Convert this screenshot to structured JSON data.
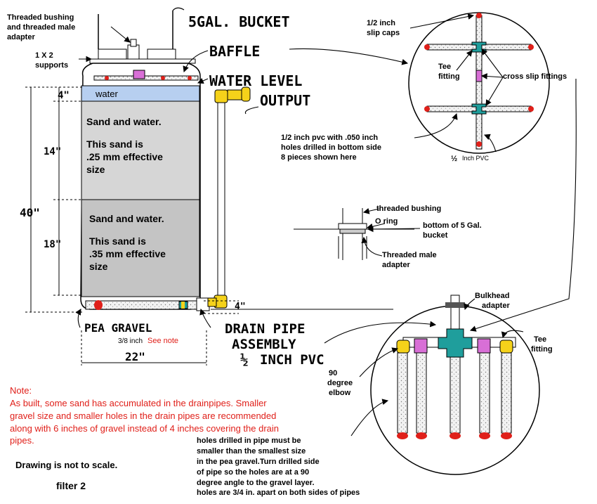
{
  "labels": {
    "threaded_bushing_line1": "Threaded bushing",
    "threaded_bushing_line2": "and threaded male",
    "threaded_bushing_line3": "adapter",
    "supports_line1": "1 X 2",
    "supports_line2": "supports",
    "bucket": "5GAL. BUCKET",
    "baffle": "BAFFLE",
    "water_level": "WATER LEVEL",
    "output": "OUTPUT",
    "water": "water",
    "dim_4_top": "4\"",
    "dim_14": "14\"",
    "dim_40": "40\"",
    "dim_18": "18\"",
    "dim_4_bottom": "4\"",
    "dim_22": "22\"",
    "pea_gravel": "PEA GRAVEL",
    "pea_size": "3/8 inch",
    "see_note": "See note",
    "drain_line1": "DRAIN PIPE",
    "drain_line2": "ASSEMBLY",
    "drain_line3_frac": "½",
    "drain_line3": "INCH PVC",
    "slip_caps_line1": "1/2 inch",
    "slip_caps_line2": "slip caps",
    "tee_line1": "Tee",
    "tee_line2": "fitting",
    "cross_slip": "cross slip fittings",
    "pvc_holes_line1": "1/2 inch pvc with .050 inch",
    "pvc_holes_line2": "holes drilled in bottom side",
    "pvc_holes_line3": "8 pieces shown here",
    "half_inch_pvc": "Inch PVC",
    "half_frac": "½",
    "threaded_bushing2": "threaded bushing",
    "o_ring": "O ring",
    "bottom_5gal_line1": "bottom of 5 Gal.",
    "bottom_5gal_line2": "bucket",
    "threaded_male_line1": "Threaded male",
    "threaded_male_line2": "adapter",
    "bulkhead_line1": "Bulkhead",
    "bulkhead_line2": "adapter",
    "tee2_line1": "Tee",
    "tee2_line2": "fitting",
    "elbow_line1": "90",
    "elbow_line2": "degree",
    "elbow_line3": "elbow",
    "holes_line1": "holes drilled in pipe must be",
    "holes_line2": "smaller than the smallest size",
    "holes_line3": "in the pea gravel.Turn drilled side",
    "holes_line4": "of pipe so the holes are at a 90",
    "holes_line5": "degree angle to the gravel layer.",
    "holes_line6": "holes are 3/4 in. apart on both sides of pipes",
    "scale_note": "Drawing is not to scale.",
    "filter_name": "filter 2"
  },
  "layers": {
    "upper_line1": "Sand and water.",
    "upper_line2": "This sand is",
    "upper_line3": ".25 mm effective",
    "upper_line4": "size",
    "lower_line1": "Sand and water.",
    "lower_line2": "This sand is",
    "lower_line3": ".35 mm effective",
    "lower_line4": "size"
  },
  "note": {
    "title": "Note:",
    "line1": "As built, some sand has accumulated in the drainpipes. Smaller",
    "line2": "gravel size and smaller holes in the drain pipes are recommended",
    "line3": "along with 6 inches of gravel instead of 4 inches covering the drain",
    "line4": "pipes."
  },
  "colors": {
    "water": "#b7cff0",
    "upper_sand": "#d6d6d6",
    "lower_sand": "#c4c4c4",
    "pipe_teal": "#1f9e9c",
    "pipe_pink": "#d86fd6",
    "pipe_yellow": "#f5d21a",
    "cap_red": "#e0201a",
    "note_red": "#e0201a"
  }
}
